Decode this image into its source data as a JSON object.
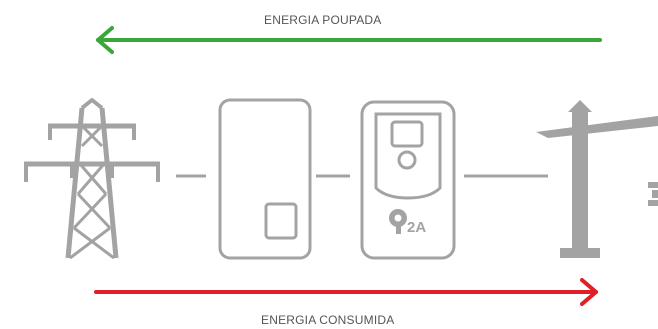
{
  "flow": {
    "saved_label": "ENERGIA POUPADA",
    "consumed_label": "ENERGIA CONSUMIDA"
  },
  "device": {
    "logo_text": "2A"
  },
  "colors": {
    "saved_arrow": "#3aa63a",
    "consumed_arrow": "#e01f26",
    "equipment_gray": "#a3a3a3"
  },
  "icons": [
    "power-pylon-icon",
    "electrical-cabinet-icon",
    "q2a-device-icon",
    "tower-crane-icon"
  ]
}
